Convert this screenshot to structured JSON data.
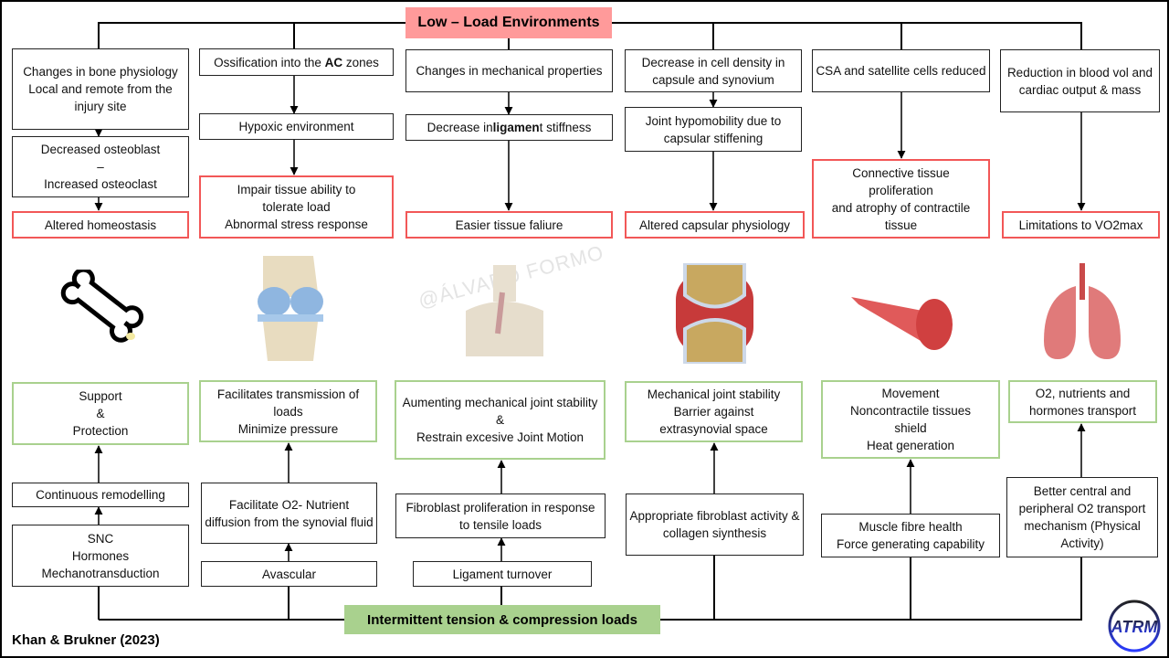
{
  "title": "Low – Load Environments",
  "bottom_label": "Intermittent tension & compression loads",
  "citation": "Khan & Brukner (2023)",
  "watermark": "@ÁLVARO FORMO",
  "logo_text": "ATRM",
  "colors": {
    "title_bg": "#ff9a9a",
    "negative_border": "#f25757",
    "positive_border": "#a9d18e",
    "bottom_bg": "#a9d18e"
  },
  "columns": [
    {
      "tissue": "bone",
      "top": [
        "Changes in bone physiology\nLocal and remote from the injury site",
        "Decreased osteoblast\n–\nIncreased osteoclast"
      ],
      "outcome": "Altered homeostasis",
      "function": "Support\n&\nProtection",
      "bottom": [
        "Continuous remodelling",
        "SNC\nHormones\nMechanotransduction"
      ]
    },
    {
      "tissue": "cartilage",
      "top": [
        "Ossification into the AC zones",
        "Hypoxic environment"
      ],
      "outcome": "Impair tissue ability to\ntolerate load\nAbnormal  stress response",
      "function": "Facilitates transmission of loads\nMinimize pressure",
      "bottom": [
        "Facilitate O2- Nutrient diffusion from the synovial fluid",
        "Avascular"
      ]
    },
    {
      "tissue": "ligament",
      "top": [
        "Changes in mechanical properties",
        "Decrease in ligament stiffness"
      ],
      "outcome": "Easier tissue faliure",
      "function": "Aumenting mechanical joint stability\n&\nRestrain excesive Joint Motion",
      "bottom": [
        "Fibroblast proliferation in response to tensile loads",
        "Ligament turnover"
      ]
    },
    {
      "tissue": "joint-capsule",
      "top": [
        "Decrease in cell density in capsule and synovium",
        "Joint hypomobility due to capsular stiffening"
      ],
      "outcome": "Altered capsular physiology",
      "function": "Mechanical joint stability\nBarrier against\nextrasynovial space",
      "bottom": [
        "Appropriate  fibroblast activity & collagen siynthesis"
      ]
    },
    {
      "tissue": "muscle",
      "top": [
        "CSA and satellite cells reduced"
      ],
      "outcome": "Connective tissue\nproliferation\nand atrophy of contractile\ntissue",
      "function": "Movement\nNoncontractile tissues\nshield\nHeat generation",
      "bottom": [
        "Muscle fibre health\nForce generating capability"
      ]
    },
    {
      "tissue": "lungs",
      "top": [
        "Reduction in blood vol and cardiac output & mass"
      ],
      "outcome": "Limitations to VO2max",
      "function": "O2, nutrients and\nhormones  transport",
      "bottom": [
        "Better central and peripheral O2 transport mechanism (Physical Activity)"
      ]
    }
  ]
}
